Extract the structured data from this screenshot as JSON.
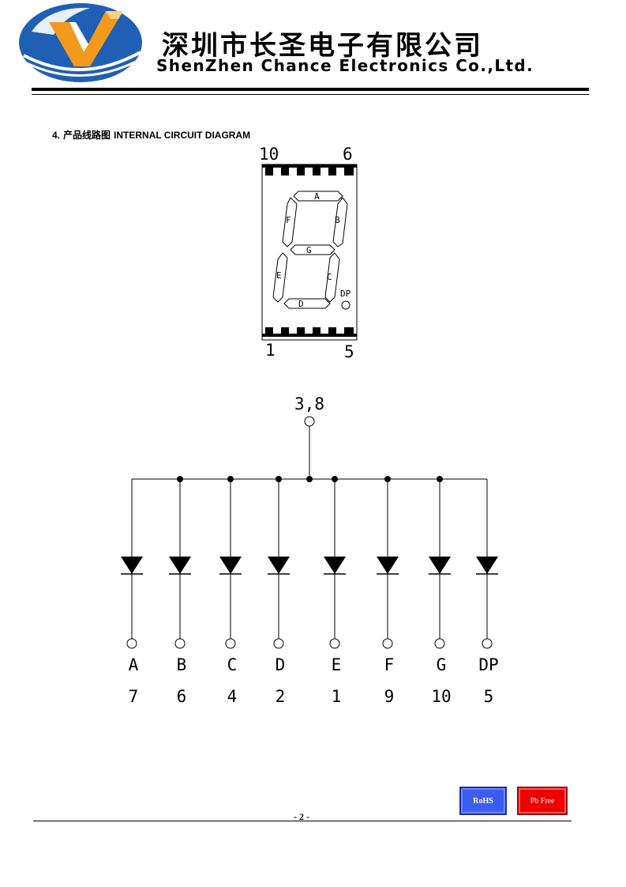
{
  "header": {
    "company_cn": "深圳市长圣电子有限公司",
    "company_en": "ShenZhen Chance Electronics Co.,Ltd."
  },
  "section": {
    "number": "4.",
    "title_cn": "产品线路图",
    "title_en": "INTERNAL CIRCUIT DIAGRAM"
  },
  "display": {
    "pin_top_left": "10",
    "pin_top_right": "6",
    "pin_bottom_left": "1",
    "pin_bottom_right": "5",
    "segments": [
      "A",
      "B",
      "C",
      "D",
      "E",
      "F",
      "G",
      "DP"
    ]
  },
  "circuit": {
    "common_pin": "3,8",
    "channels": [
      {
        "segment": "A",
        "pin": "7"
      },
      {
        "segment": "B",
        "pin": "6"
      },
      {
        "segment": "C",
        "pin": "4"
      },
      {
        "segment": "D",
        "pin": "2"
      },
      {
        "segment": "E",
        "pin": "1"
      },
      {
        "segment": "F",
        "pin": "9"
      },
      {
        "segment": "G",
        "pin": "10"
      },
      {
        "segment": "DP",
        "pin": "5"
      }
    ]
  },
  "badges": {
    "rohs": "RoHS",
    "pb_free": "Pb Free"
  },
  "footer": {
    "page": "- 2 -"
  },
  "colors": {
    "logo_blue": "#1f5fb4",
    "logo_orange": "#f39a1e",
    "rohs_blue": "#3d5cf0",
    "pb_red": "#ee0000"
  }
}
